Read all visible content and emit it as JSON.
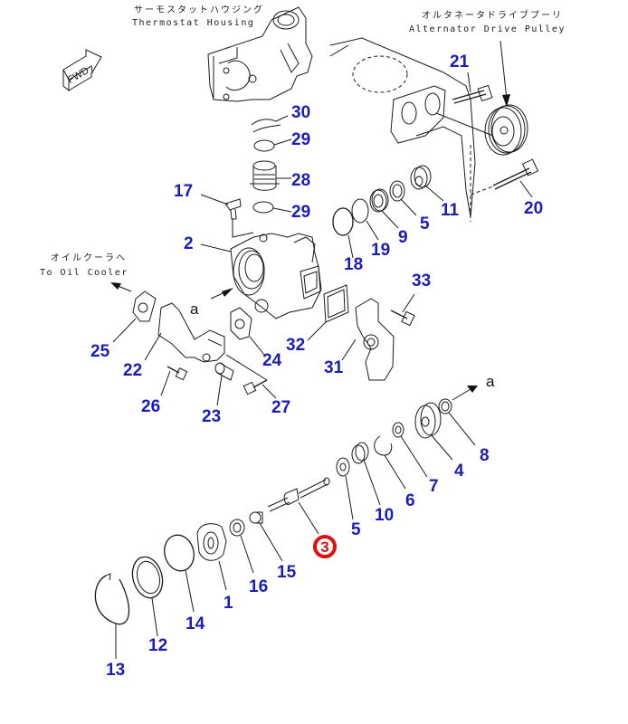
{
  "labels": {
    "thermostat_housing_jp": "サーモスタットハウジング",
    "thermostat_housing_en": "Thermostat Housing",
    "alternator_pulley_jp": "オルタネータドライブプーリ",
    "alternator_pulley_en": "Alternator Drive Pulley",
    "oil_cooler_jp": "オイルクーラへ",
    "oil_cooler_en": "To Oil Cooler",
    "fwd": "FWD",
    "ref_a": "a"
  },
  "highlight": {
    "part": "3",
    "color": "#e01010"
  },
  "callout_color": "#1c1cb8",
  "callouts": [
    {
      "id": "21",
      "part": "21"
    },
    {
      "id": "30",
      "part": "30"
    },
    {
      "id": "29a",
      "part": "29"
    },
    {
      "id": "28",
      "part": "28"
    },
    {
      "id": "17",
      "part": "17"
    },
    {
      "id": "29b",
      "part": "29"
    },
    {
      "id": "20",
      "part": "20"
    },
    {
      "id": "11",
      "part": "11"
    },
    {
      "id": "5a",
      "part": "5"
    },
    {
      "id": "9",
      "part": "9"
    },
    {
      "id": "19",
      "part": "19"
    },
    {
      "id": "18",
      "part": "18"
    },
    {
      "id": "2",
      "part": "2"
    },
    {
      "id": "33",
      "part": "33"
    },
    {
      "id": "25",
      "part": "25"
    },
    {
      "id": "22",
      "part": "22"
    },
    {
      "id": "24",
      "part": "24"
    },
    {
      "id": "32",
      "part": "32"
    },
    {
      "id": "31",
      "part": "31"
    },
    {
      "id": "26",
      "part": "26"
    },
    {
      "id": "23",
      "part": "23"
    },
    {
      "id": "27",
      "part": "27"
    },
    {
      "id": "8",
      "part": "8"
    },
    {
      "id": "4",
      "part": "4"
    },
    {
      "id": "7",
      "part": "7"
    },
    {
      "id": "6",
      "part": "6"
    },
    {
      "id": "10",
      "part": "10"
    },
    {
      "id": "5b",
      "part": "5"
    },
    {
      "id": "15",
      "part": "15"
    },
    {
      "id": "16",
      "part": "16"
    },
    {
      "id": "1",
      "part": "1"
    },
    {
      "id": "14",
      "part": "14"
    },
    {
      "id": "12",
      "part": "12"
    },
    {
      "id": "13",
      "part": "13"
    }
  ]
}
